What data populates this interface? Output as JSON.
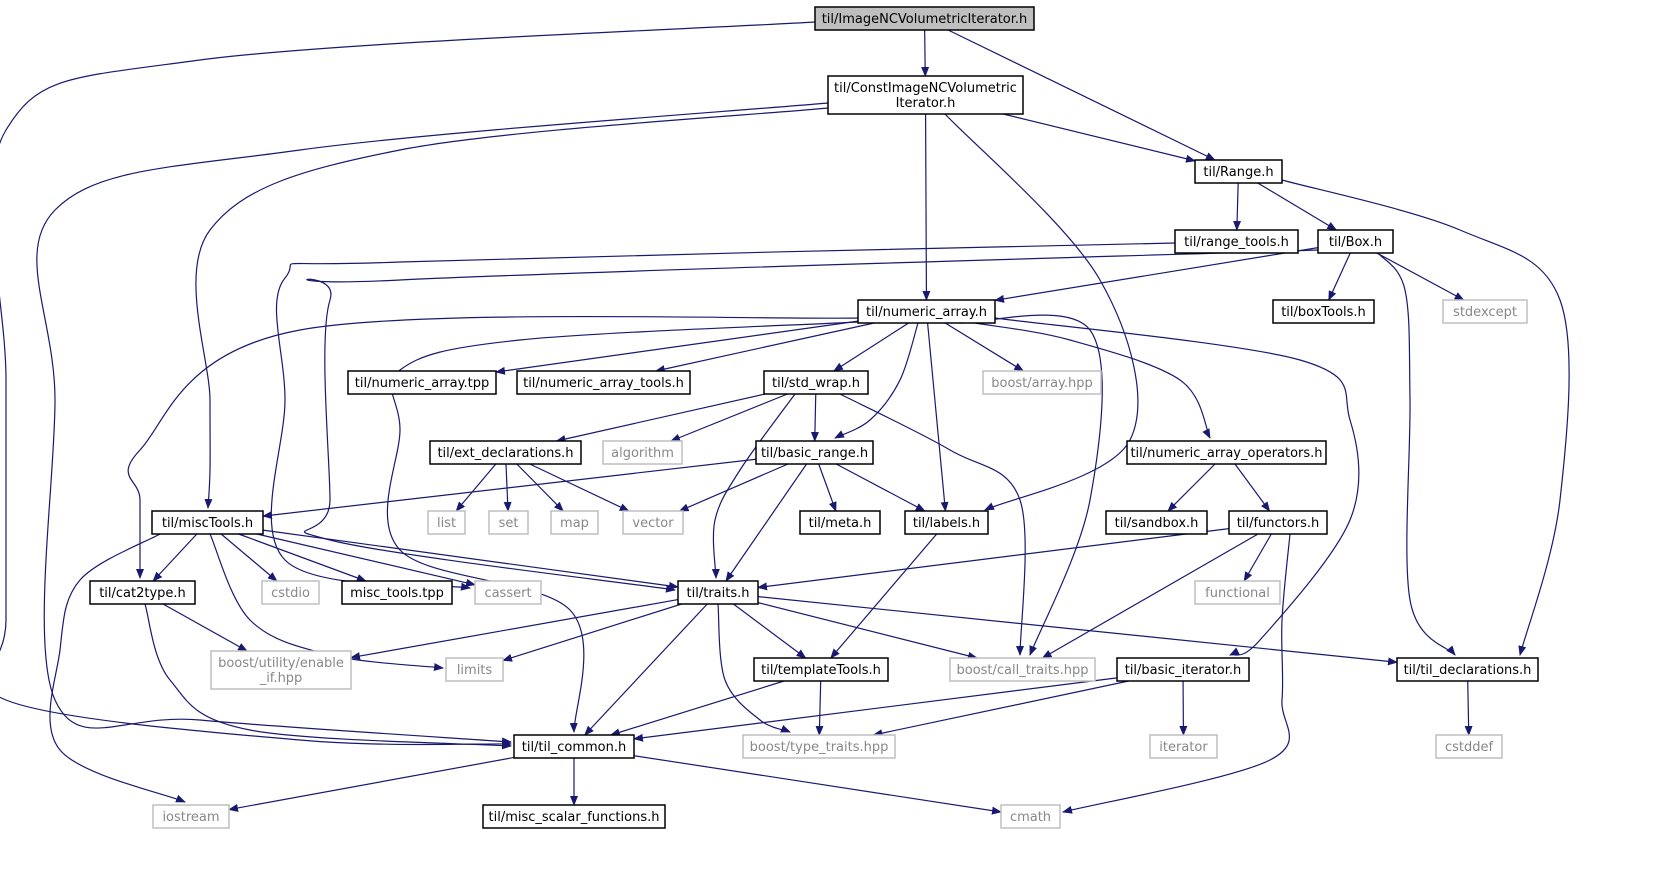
{
  "colors": {
    "edge": "#191970",
    "focused_fill": "#bfbfbf",
    "node_border": "#000000",
    "external_border": "#bfbfbf",
    "external_text": "#888888",
    "text": "#000000"
  },
  "nodes": [
    {
      "id": "ImageNCVolumetricIterator",
      "lines": [
        "til/ImageNCVolumetricIterator.h"
      ],
      "kind": "focused"
    },
    {
      "id": "ConstImageNCVolumetricIterator",
      "lines": [
        "til/ConstImageNCVolumetric",
        "Iterator.h"
      ],
      "kind": "header"
    },
    {
      "id": "Range",
      "lines": [
        "til/Range.h"
      ],
      "kind": "header"
    },
    {
      "id": "range_tools",
      "lines": [
        "til/range_tools.h"
      ],
      "kind": "header"
    },
    {
      "id": "Box",
      "lines": [
        "til/Box.h"
      ],
      "kind": "header"
    },
    {
      "id": "numeric_array",
      "lines": [
        "til/numeric_array.h"
      ],
      "kind": "header"
    },
    {
      "id": "boxTools",
      "lines": [
        "til/boxTools.h"
      ],
      "kind": "header"
    },
    {
      "id": "stdexcept",
      "lines": [
        "stdexcept"
      ],
      "kind": "external"
    },
    {
      "id": "numeric_array_tpp",
      "lines": [
        "til/numeric_array.tpp"
      ],
      "kind": "header"
    },
    {
      "id": "numeric_array_tools",
      "lines": [
        "til/numeric_array_tools.h"
      ],
      "kind": "header"
    },
    {
      "id": "std_wrap",
      "lines": [
        "til/std_wrap.h"
      ],
      "kind": "header"
    },
    {
      "id": "boost_array",
      "lines": [
        "boost/array.hpp"
      ],
      "kind": "external"
    },
    {
      "id": "ext_declarations",
      "lines": [
        "til/ext_declarations.h"
      ],
      "kind": "header"
    },
    {
      "id": "algorithm",
      "lines": [
        "algorithm"
      ],
      "kind": "external"
    },
    {
      "id": "basic_range",
      "lines": [
        "til/basic_range.h"
      ],
      "kind": "header"
    },
    {
      "id": "numeric_array_operators",
      "lines": [
        "til/numeric_array_operators.h"
      ],
      "kind": "header"
    },
    {
      "id": "miscTools",
      "lines": [
        "til/miscTools.h"
      ],
      "kind": "header"
    },
    {
      "id": "list",
      "lines": [
        "list"
      ],
      "kind": "external"
    },
    {
      "id": "set",
      "lines": [
        "set"
      ],
      "kind": "external"
    },
    {
      "id": "map",
      "lines": [
        "map"
      ],
      "kind": "external"
    },
    {
      "id": "vector",
      "lines": [
        "vector"
      ],
      "kind": "external"
    },
    {
      "id": "meta",
      "lines": [
        "til/meta.h"
      ],
      "kind": "header"
    },
    {
      "id": "labels",
      "lines": [
        "til/labels.h"
      ],
      "kind": "header"
    },
    {
      "id": "sandbox",
      "lines": [
        "til/sandbox.h"
      ],
      "kind": "header"
    },
    {
      "id": "functors",
      "lines": [
        "til/functors.h"
      ],
      "kind": "header"
    },
    {
      "id": "cat2type",
      "lines": [
        "til/cat2type.h"
      ],
      "kind": "header"
    },
    {
      "id": "cstdio",
      "lines": [
        "cstdio"
      ],
      "kind": "external"
    },
    {
      "id": "misc_tools_tpp",
      "lines": [
        "misc_tools.tpp"
      ],
      "kind": "header"
    },
    {
      "id": "cassert",
      "lines": [
        "cassert"
      ],
      "kind": "external"
    },
    {
      "id": "traits",
      "lines": [
        "til/traits.h"
      ],
      "kind": "header"
    },
    {
      "id": "functional",
      "lines": [
        "functional"
      ],
      "kind": "external"
    },
    {
      "id": "enable_if",
      "lines": [
        "boost/utility/enable",
        "_if.hpp"
      ],
      "kind": "external"
    },
    {
      "id": "limits",
      "lines": [
        "limits"
      ],
      "kind": "external"
    },
    {
      "id": "templateTools",
      "lines": [
        "til/templateTools.h"
      ],
      "kind": "header"
    },
    {
      "id": "call_traits",
      "lines": [
        "boost/call_traits.hpp"
      ],
      "kind": "external"
    },
    {
      "id": "basic_iterator",
      "lines": [
        "til/basic_iterator.h"
      ],
      "kind": "header"
    },
    {
      "id": "til_declarations",
      "lines": [
        "til/til_declarations.h"
      ],
      "kind": "header"
    },
    {
      "id": "til_common",
      "lines": [
        "til/til_common.h"
      ],
      "kind": "header"
    },
    {
      "id": "type_traits",
      "lines": [
        "boost/type_traits.hpp"
      ],
      "kind": "external"
    },
    {
      "id": "iterator",
      "lines": [
        "iterator"
      ],
      "kind": "external"
    },
    {
      "id": "cstddef",
      "lines": [
        "cstddef"
      ],
      "kind": "external"
    },
    {
      "id": "iostream",
      "lines": [
        "iostream"
      ],
      "kind": "external"
    },
    {
      "id": "misc_scalar_functions",
      "lines": [
        "til/misc_scalar_functions.h"
      ],
      "kind": "header"
    },
    {
      "id": "cmath",
      "lines": [
        "cmath"
      ],
      "kind": "external"
    }
  ],
  "edges": [
    [
      "ImageNCVolumetricIterator",
      "ConstImageNCVolumetricIterator"
    ],
    [
      "ImageNCVolumetricIterator",
      "Range"
    ],
    [
      "ImageNCVolumetricIterator",
      "til_common"
    ],
    [
      "ConstImageNCVolumetricIterator",
      "Range"
    ],
    [
      "ConstImageNCVolumetricIterator",
      "numeric_array"
    ],
    [
      "ConstImageNCVolumetricIterator",
      "miscTools"
    ],
    [
      "ConstImageNCVolumetricIterator",
      "labels"
    ],
    [
      "ConstImageNCVolumetricIterator",
      "til_common"
    ],
    [
      "Range",
      "range_tools"
    ],
    [
      "Range",
      "Box"
    ],
    [
      "Range",
      "til_declarations"
    ],
    [
      "range_tools",
      "cassert"
    ],
    [
      "Box",
      "numeric_array"
    ],
    [
      "Box",
      "boxTools"
    ],
    [
      "Box",
      "stdexcept"
    ],
    [
      "Box",
      "til_declarations"
    ],
    [
      "Box",
      "traits"
    ],
    [
      "numeric_array",
      "numeric_array_tpp"
    ],
    [
      "numeric_array",
      "numeric_array_tools"
    ],
    [
      "numeric_array",
      "std_wrap"
    ],
    [
      "numeric_array",
      "boost_array"
    ],
    [
      "numeric_array",
      "basic_range"
    ],
    [
      "numeric_array",
      "labels"
    ],
    [
      "numeric_array",
      "numeric_array_operators"
    ],
    [
      "numeric_array",
      "basic_iterator"
    ],
    [
      "numeric_array",
      "call_traits"
    ],
    [
      "numeric_array",
      "cat2type"
    ],
    [
      "numeric_array",
      "til_common"
    ],
    [
      "std_wrap",
      "ext_declarations"
    ],
    [
      "std_wrap",
      "algorithm"
    ],
    [
      "std_wrap",
      "basic_range"
    ],
    [
      "std_wrap",
      "traits"
    ],
    [
      "std_wrap",
      "call_traits"
    ],
    [
      "ext_declarations",
      "list"
    ],
    [
      "ext_declarations",
      "set"
    ],
    [
      "ext_declarations",
      "map"
    ],
    [
      "ext_declarations",
      "vector"
    ],
    [
      "basic_range",
      "miscTools"
    ],
    [
      "basic_range",
      "vector"
    ],
    [
      "basic_range",
      "meta"
    ],
    [
      "basic_range",
      "labels"
    ],
    [
      "basic_range",
      "traits"
    ],
    [
      "numeric_array_operators",
      "sandbox"
    ],
    [
      "numeric_array_operators",
      "functors"
    ],
    [
      "miscTools",
      "cat2type"
    ],
    [
      "miscTools",
      "cstdio"
    ],
    [
      "miscTools",
      "misc_tools_tpp"
    ],
    [
      "miscTools",
      "cassert"
    ],
    [
      "miscTools",
      "traits"
    ],
    [
      "miscTools",
      "limits"
    ],
    [
      "miscTools",
      "iostream"
    ],
    [
      "labels",
      "templateTools"
    ],
    [
      "functors",
      "traits"
    ],
    [
      "functors",
      "functional"
    ],
    [
      "functors",
      "call_traits"
    ],
    [
      "functors",
      "cmath"
    ],
    [
      "cat2type",
      "enable_if"
    ],
    [
      "cat2type",
      "til_common"
    ],
    [
      "traits",
      "enable_if"
    ],
    [
      "traits",
      "limits"
    ],
    [
      "traits",
      "templateTools"
    ],
    [
      "traits",
      "call_traits"
    ],
    [
      "traits",
      "til_declarations"
    ],
    [
      "traits",
      "til_common"
    ],
    [
      "traits",
      "type_traits"
    ],
    [
      "templateTools",
      "til_common"
    ],
    [
      "templateTools",
      "type_traits"
    ],
    [
      "basic_iterator",
      "til_common"
    ],
    [
      "basic_iterator",
      "type_traits"
    ],
    [
      "basic_iterator",
      "iterator"
    ],
    [
      "til_declarations",
      "cstddef"
    ],
    [
      "til_common",
      "iostream"
    ],
    [
      "til_common",
      "misc_scalar_functions"
    ],
    [
      "til_common",
      "cmath"
    ]
  ]
}
